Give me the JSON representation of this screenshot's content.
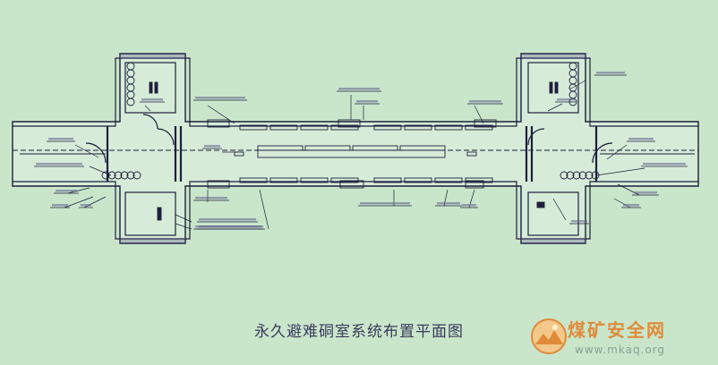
{
  "caption": "永久避难硐室系统布置平面图",
  "watermark": {
    "title": "煤矿安全网",
    "url": "www.mkaq.org"
  },
  "colors": {
    "background": "#c9e6cb",
    "wall": "#1e1e3c",
    "room": "#d6ecd8",
    "hatch": "#5c5c8a",
    "logo": "#e08a3a"
  }
}
